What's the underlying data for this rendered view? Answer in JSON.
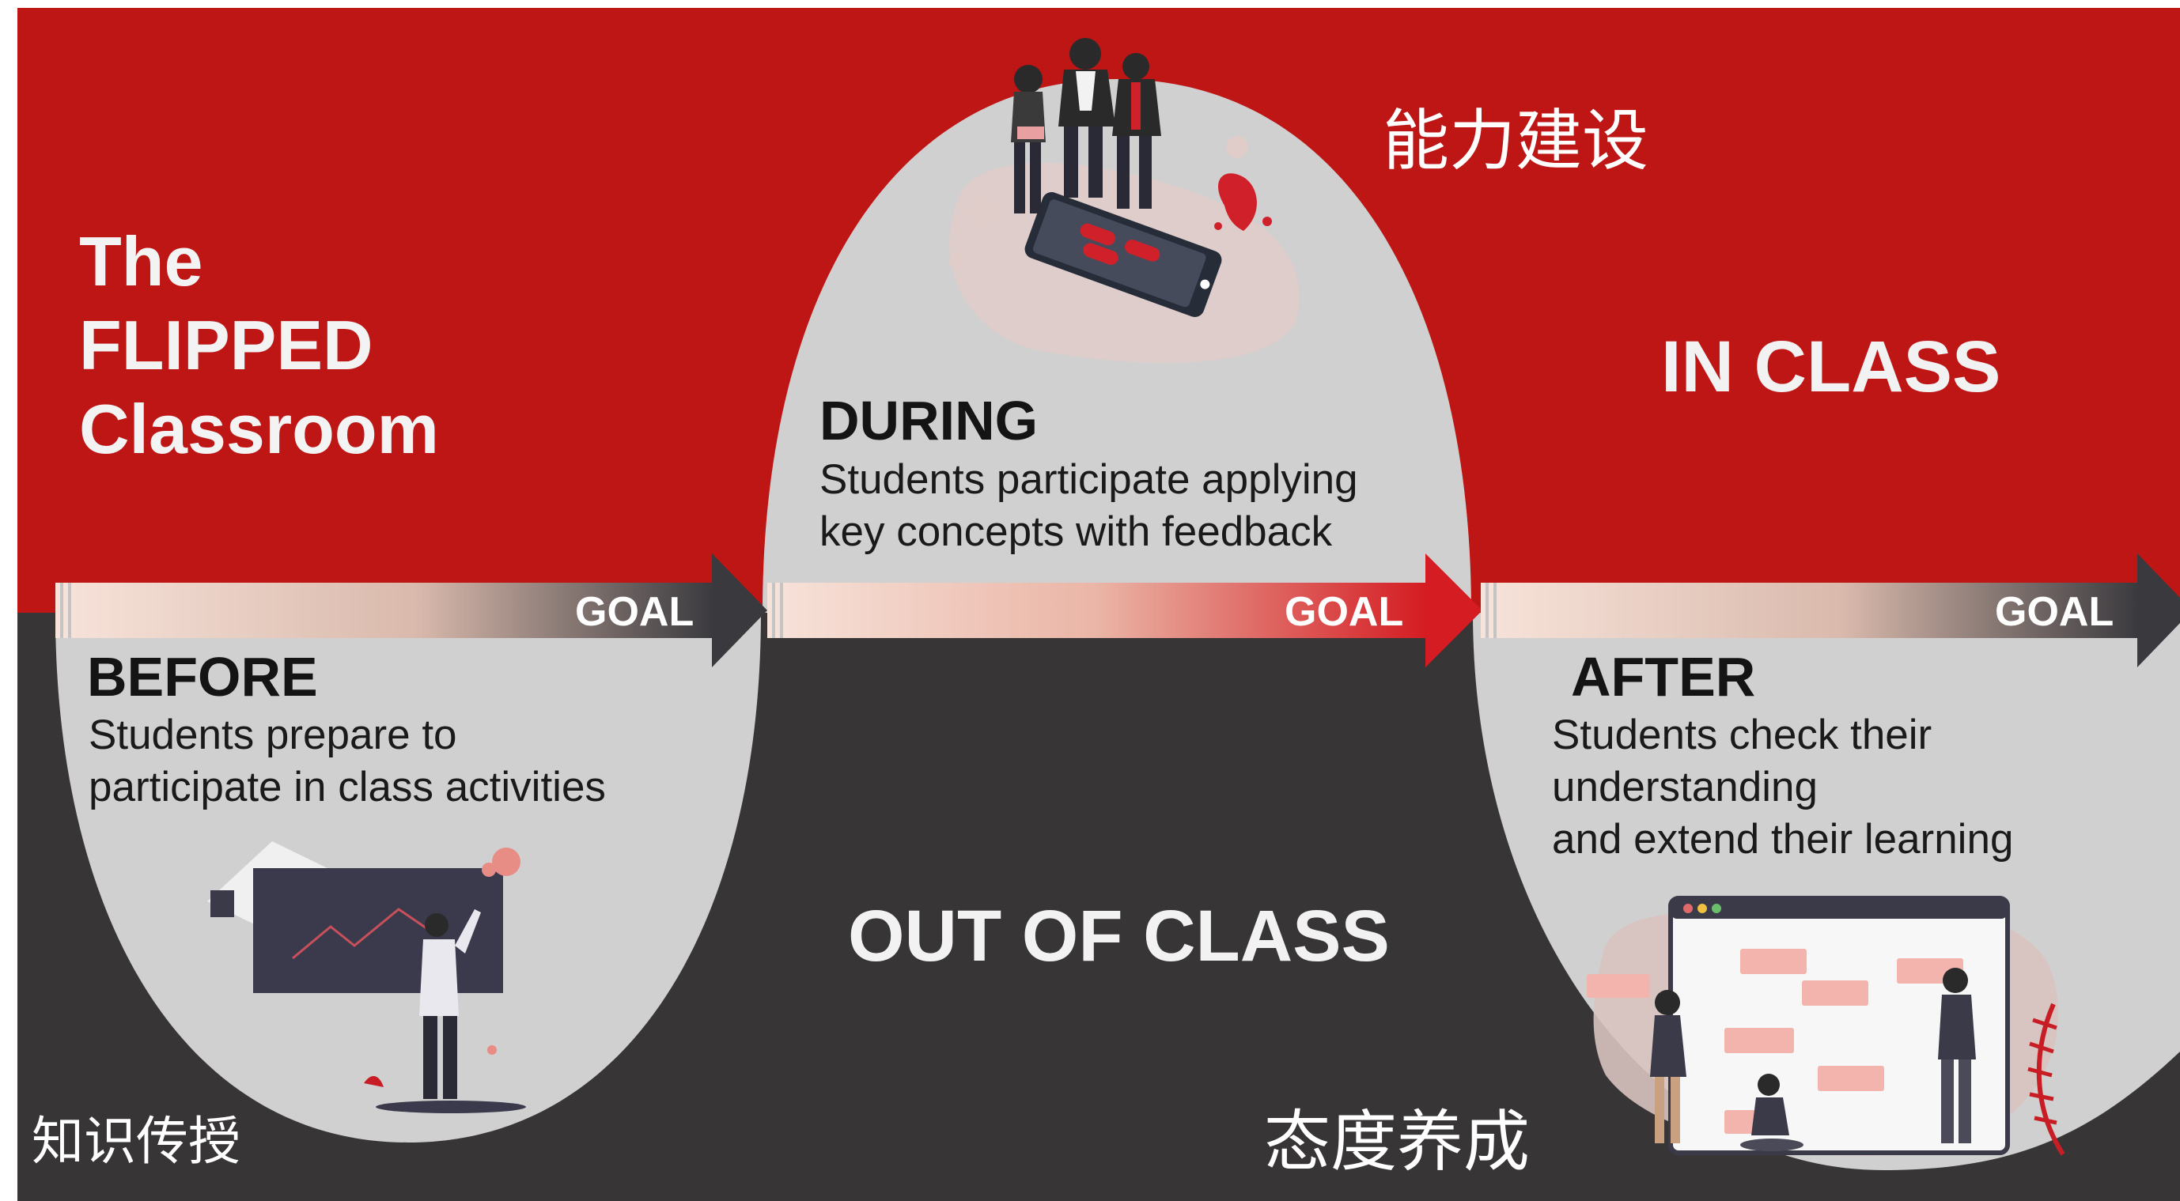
{
  "title": {
    "line1": "The",
    "line2": "FLIPPED",
    "line3": "Classroom"
  },
  "zones": {
    "in_class": "IN CLASS",
    "out_of_class": "OUT OF CLASS"
  },
  "goal_label": "GOAL",
  "phases": {
    "before": {
      "heading": "BEFORE",
      "line1": "Students prepare to",
      "line2": "participate in class activities"
    },
    "during": {
      "heading": "DURING",
      "line1": "Students participate applying",
      "line2": "key concepts with feedback"
    },
    "after": {
      "heading": "AFTER",
      "line1": "Students check their",
      "line2": "understanding",
      "line3": "and extend their learning"
    }
  },
  "annotations": {
    "top_right": "能力建设",
    "bottom_left": "知识传授",
    "bottom_right": "态度养成"
  },
  "colors": {
    "red": "#be1515",
    "dark": "#373535",
    "panel": "#d0d0d0",
    "white": "#ffffff"
  }
}
